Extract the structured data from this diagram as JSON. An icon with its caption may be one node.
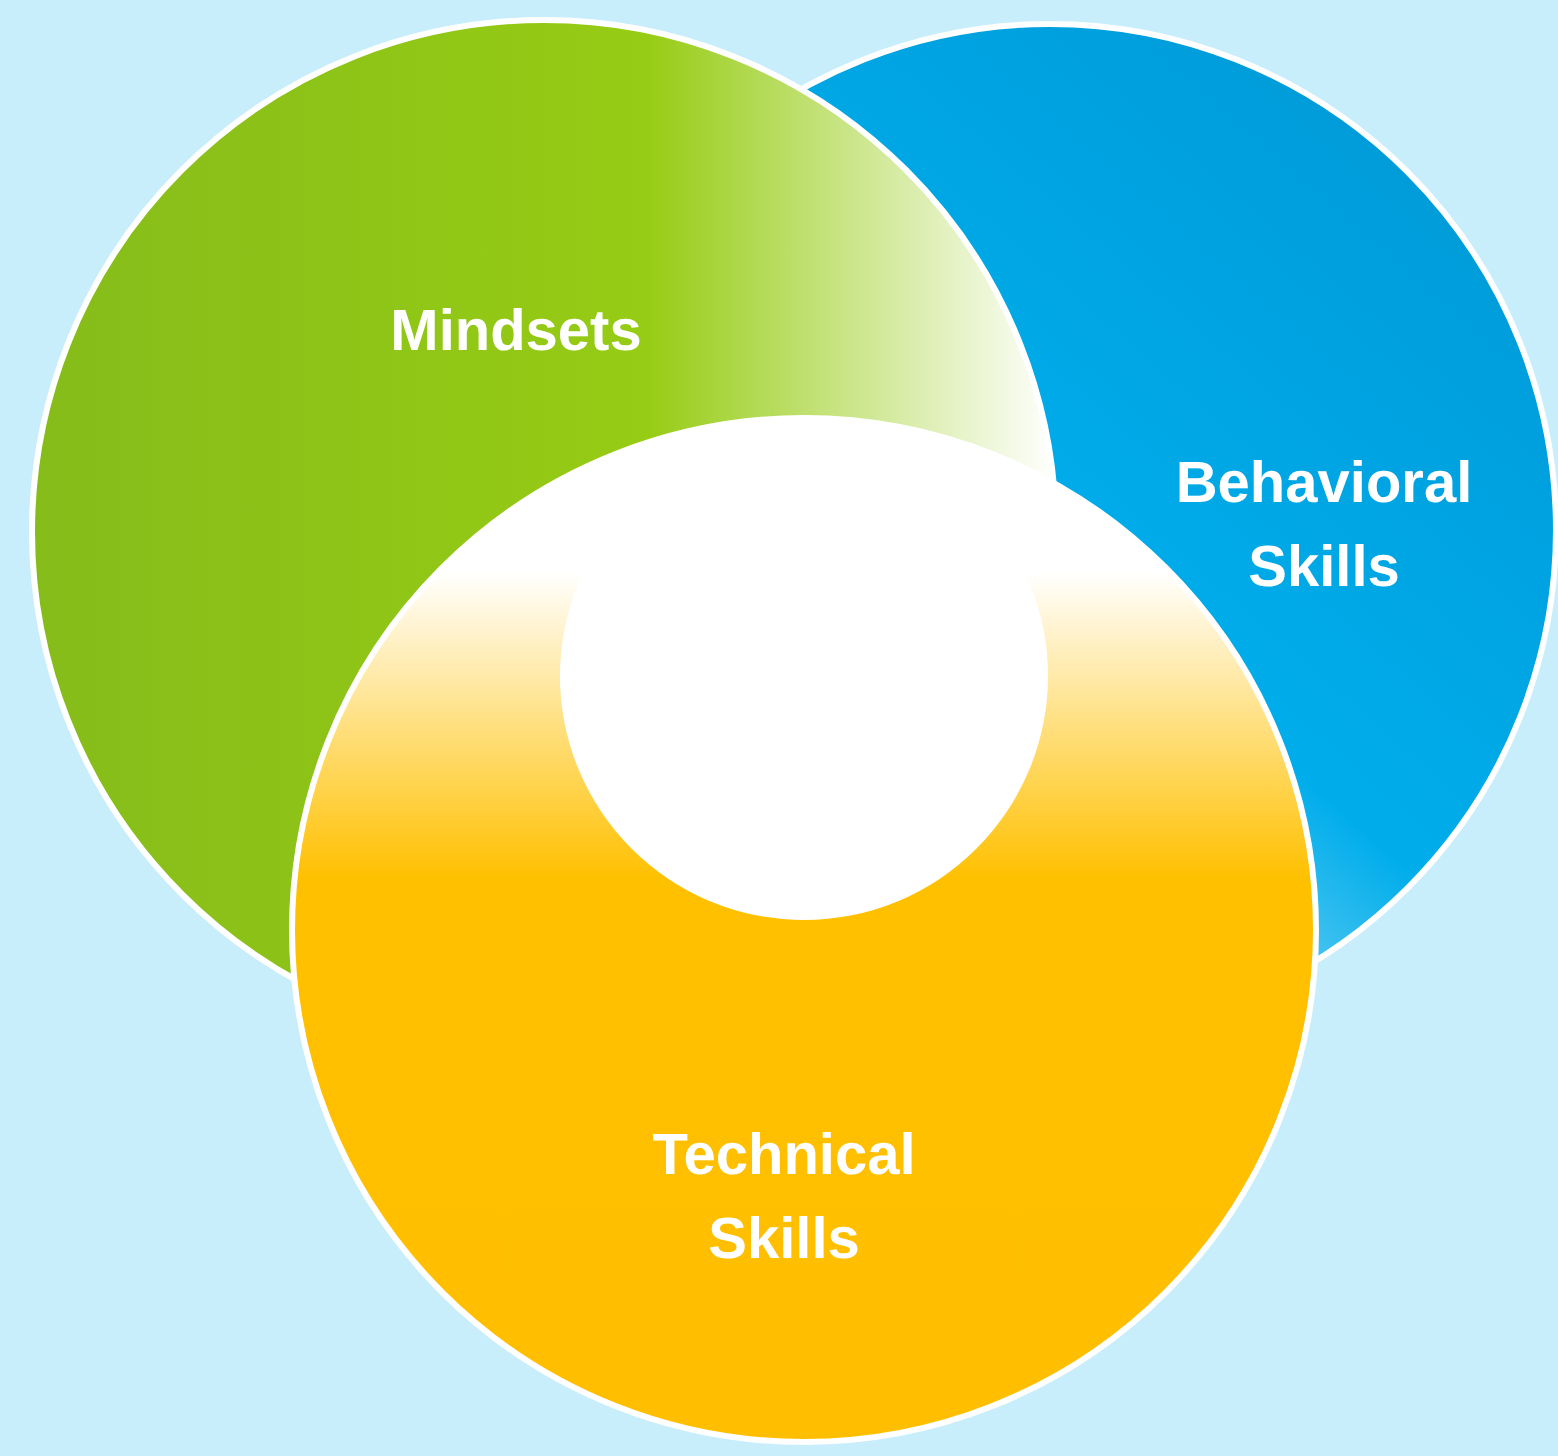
{
  "diagram": {
    "nodes": [
      {
        "text": [
          "Mindsets"
        ]
      },
      {
        "text": [
          "Behavioral Skills"
        ]
      },
      {
        "text": [
          "Technical Skills"
        ]
      }
    ]
  }
}
